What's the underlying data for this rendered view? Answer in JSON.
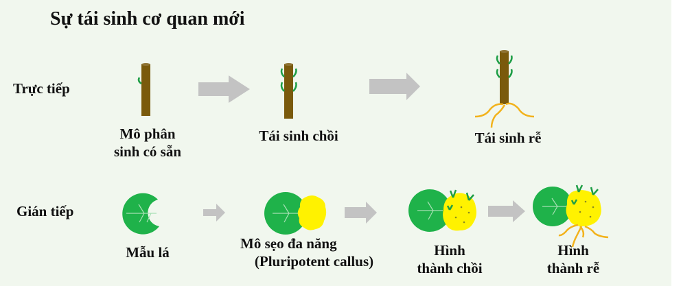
{
  "title": "Sự tái sinh cơ quan mới",
  "colors": {
    "background": "#f1f7ee",
    "stem": "#7a5a0c",
    "leaf": "#1fb24a",
    "callus": "#fff200",
    "root": "#f2b21b",
    "arrow": "#c3c3c3",
    "shoot": "#1e9e46"
  },
  "rows": [
    {
      "label": "Trực tiếp",
      "steps": [
        {
          "caption_line1": "Mô phân",
          "caption_line2": "sinh có sẵn",
          "icon": "stem-bud-icon"
        },
        {
          "caption_line1": "Tái sinh chồi",
          "caption_line2": "",
          "icon": "stem-shoots-icon"
        },
        {
          "caption_line1": "Tái sinh rễ",
          "caption_line2": "",
          "icon": "stem-roots-icon"
        }
      ]
    },
    {
      "label": "Gián tiếp",
      "steps": [
        {
          "caption_line1": "Mẫu lá",
          "caption_line2": "",
          "icon": "leaf-disc-icon"
        },
        {
          "caption_line1": "Mô sẹo đa năng",
          "caption_line2": "(Pluripotent callus)",
          "icon": "leaf-callus-icon"
        },
        {
          "caption_line1": "Hình",
          "caption_line2": "thành chồi",
          "icon": "callus-shoots-icon"
        },
        {
          "caption_line1": "Hình",
          "caption_line2": "thành rễ",
          "icon": "callus-roots-icon"
        }
      ]
    }
  ]
}
